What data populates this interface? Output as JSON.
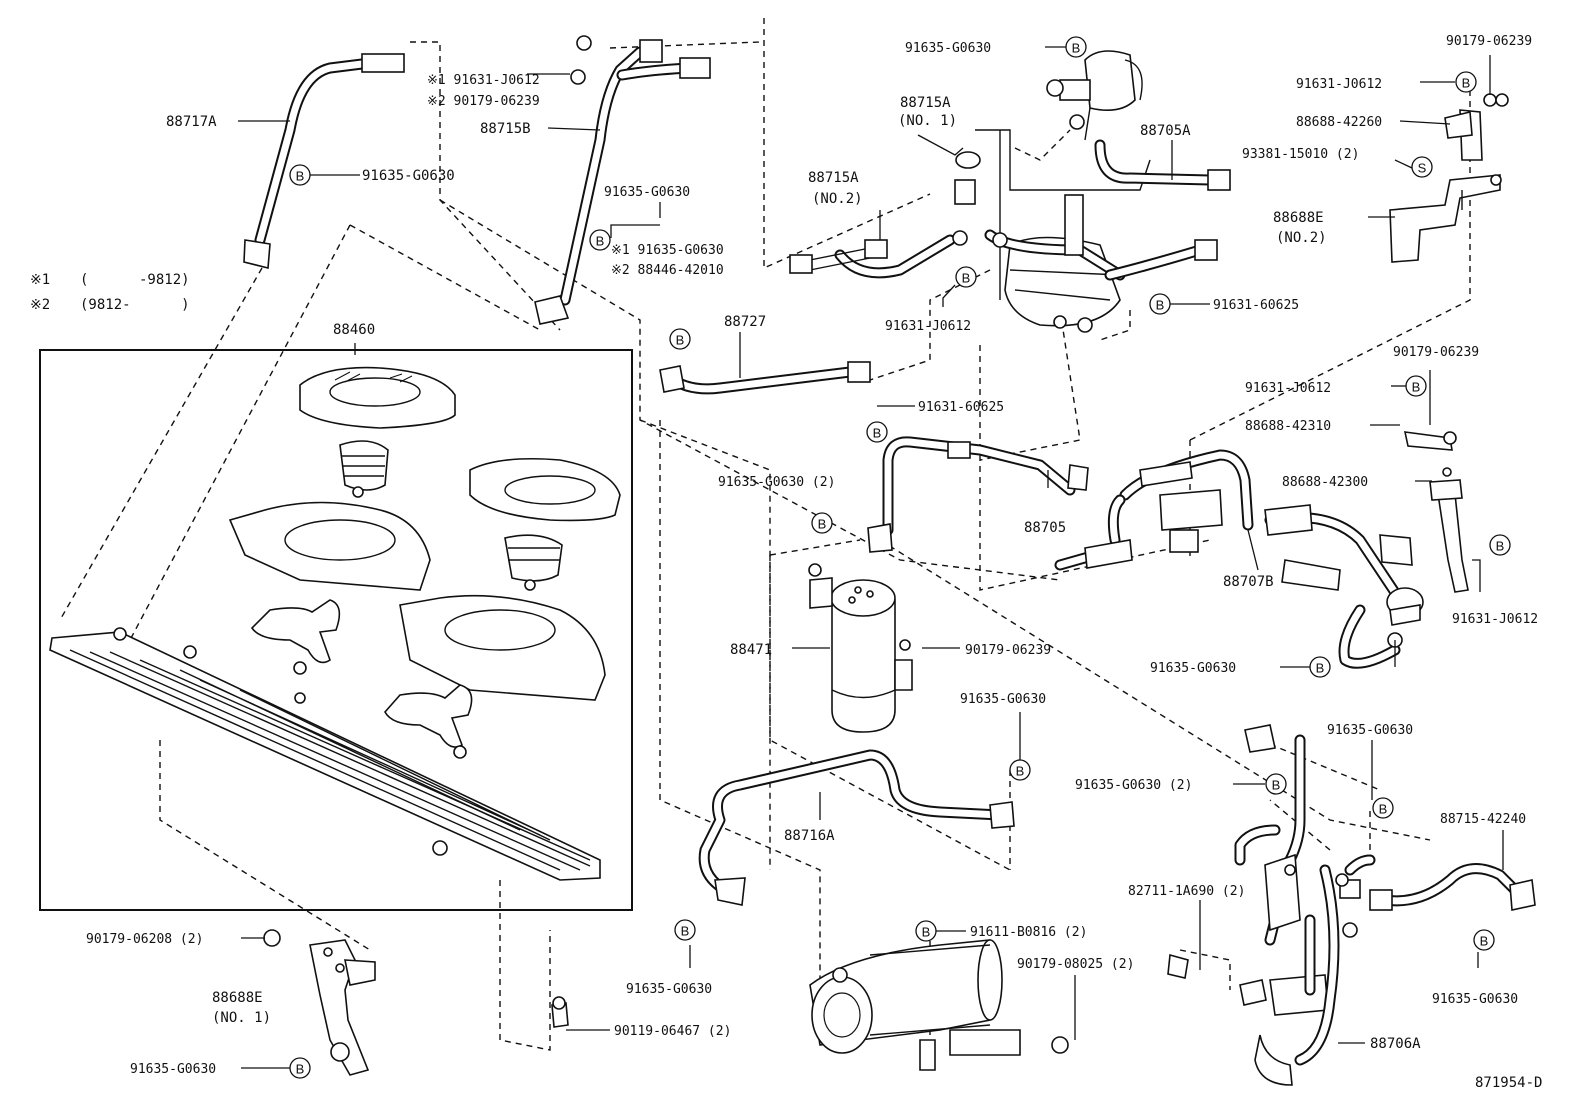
{
  "diagram_code": "871954-D",
  "notes": [
    {
      "mark": "※1",
      "range": "(      -9812)"
    },
    {
      "mark": "※2",
      "range": "(9812-      )"
    }
  ],
  "badges": {
    "b": "B",
    "s": "S"
  },
  "labels": {
    "l_88717A": "88717A",
    "l_91635_G0630_a": "91635-G0630",
    "l_n1_91631_J0612": "※1 91631-J0612",
    "l_n2_90179_06239": "※2 90179-06239",
    "l_88715B": "88715B",
    "l_91635_G0630_b": "91635-G0630",
    "l_n1_91635_G0630": "※1 91635-G0630",
    "l_n2_88446_42010": "※2 88446-42010",
    "l_91635_G0630_c": "91635-G0630",
    "l_88715A_no1": "88715A",
    "l_88715A_no1_sub": "(NO. 1)",
    "l_88705A": "88705A",
    "l_88715A_no2": "88715A",
    "l_88715A_no2_sub": "(NO.2)",
    "l_91631_J0612_a": "91631-J0612",
    "l_91631_60625_a": "91631-60625",
    "l_88727": "88727",
    "l_90179_06239_a": "90179-06239",
    "l_91631_J0612_b": "91631-J0612",
    "l_88688_42260": "88688-42260",
    "l_93381_15010": "93381-15010 (2)",
    "l_88688E_no2": "88688E",
    "l_88688E_no2_sub": "(NO.2)",
    "l_88460": "88460",
    "l_91631_60625_b": "91631-60625",
    "l_91635_G0630_2_a": "91635-G0630 (2)",
    "l_88705": "88705",
    "l_90179_06239_b": "90179-06239",
    "l_91631_J0612_c": "91631-J0612",
    "l_88688_42310": "88688-42310",
    "l_88688_42300": "88688-42300",
    "l_88707B": "88707B",
    "l_91631_J0612_d": "91631-J0612",
    "l_88471": "88471",
    "l_90179_06239_c": "90179-06239",
    "l_91635_G0630_d": "91635-G0630",
    "l_91635_G0630_e": "91635-G0630",
    "l_91635_G0630_f": "91635-G0630",
    "l_91635_G0630_2_b": "91635-G0630 (2)",
    "l_88716A": "88716A",
    "l_88715_42240": "88715-42240",
    "l_82711_1A690": "82711-1A690 (2)",
    "l_91611_B0816": "91611-B0816 (2)",
    "l_90179_08025": "90179-08025 (2)",
    "l_90179_06208": "90179-06208 (2)",
    "l_88688E_no1": "88688E",
    "l_88688E_no1_sub": "(NO. 1)",
    "l_91635_G0630_g": "91635-G0630",
    "l_91635_G0630_h": "91635-G0630",
    "l_90119_06467": "90119-06467 (2)",
    "l_91635_G0630_i": "91635-G0630",
    "l_88706A": "88706A"
  }
}
